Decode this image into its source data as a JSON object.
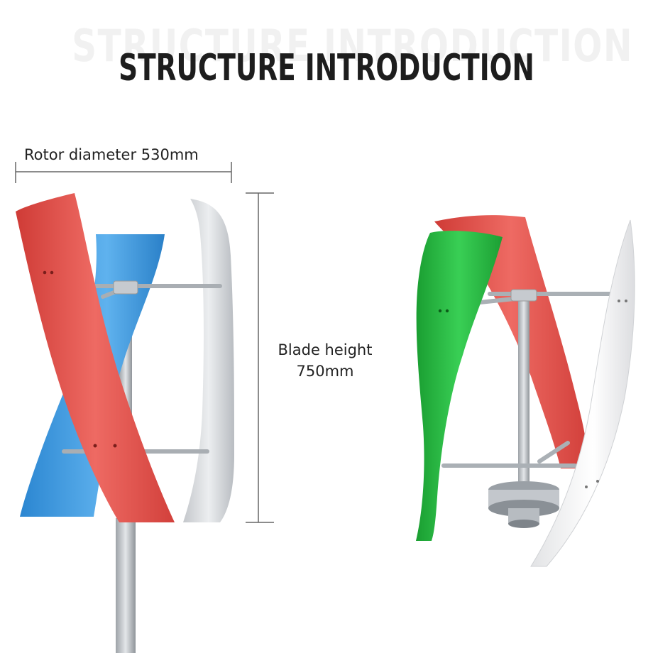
{
  "title": "STRUCTURE INTRODUCTION",
  "ghost_title": "STRUCTURE INTRODUCTION",
  "dimensions": {
    "rotor_label": "Rotor diameter 530mm",
    "height_label_line1": "Blade height",
    "height_label_line2": "750mm"
  },
  "colors": {
    "blade_red": "#e04a45",
    "blade_blue": "#2f8fd8",
    "blade_gray": "#d6d8db",
    "blade_green": "#22b43c",
    "blade_white": "#f4f4f4",
    "frame_metal": "#b9bec3"
  }
}
